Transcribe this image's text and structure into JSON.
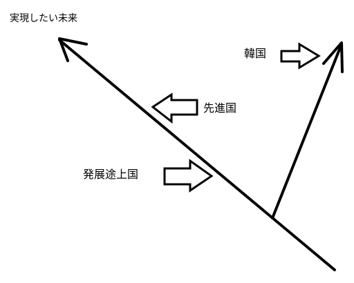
{
  "diagram": {
    "labels": {
      "future": "実現したい未来",
      "korea": "韓国",
      "developed": "先進国",
      "developing": "発展途上国"
    }
  }
}
